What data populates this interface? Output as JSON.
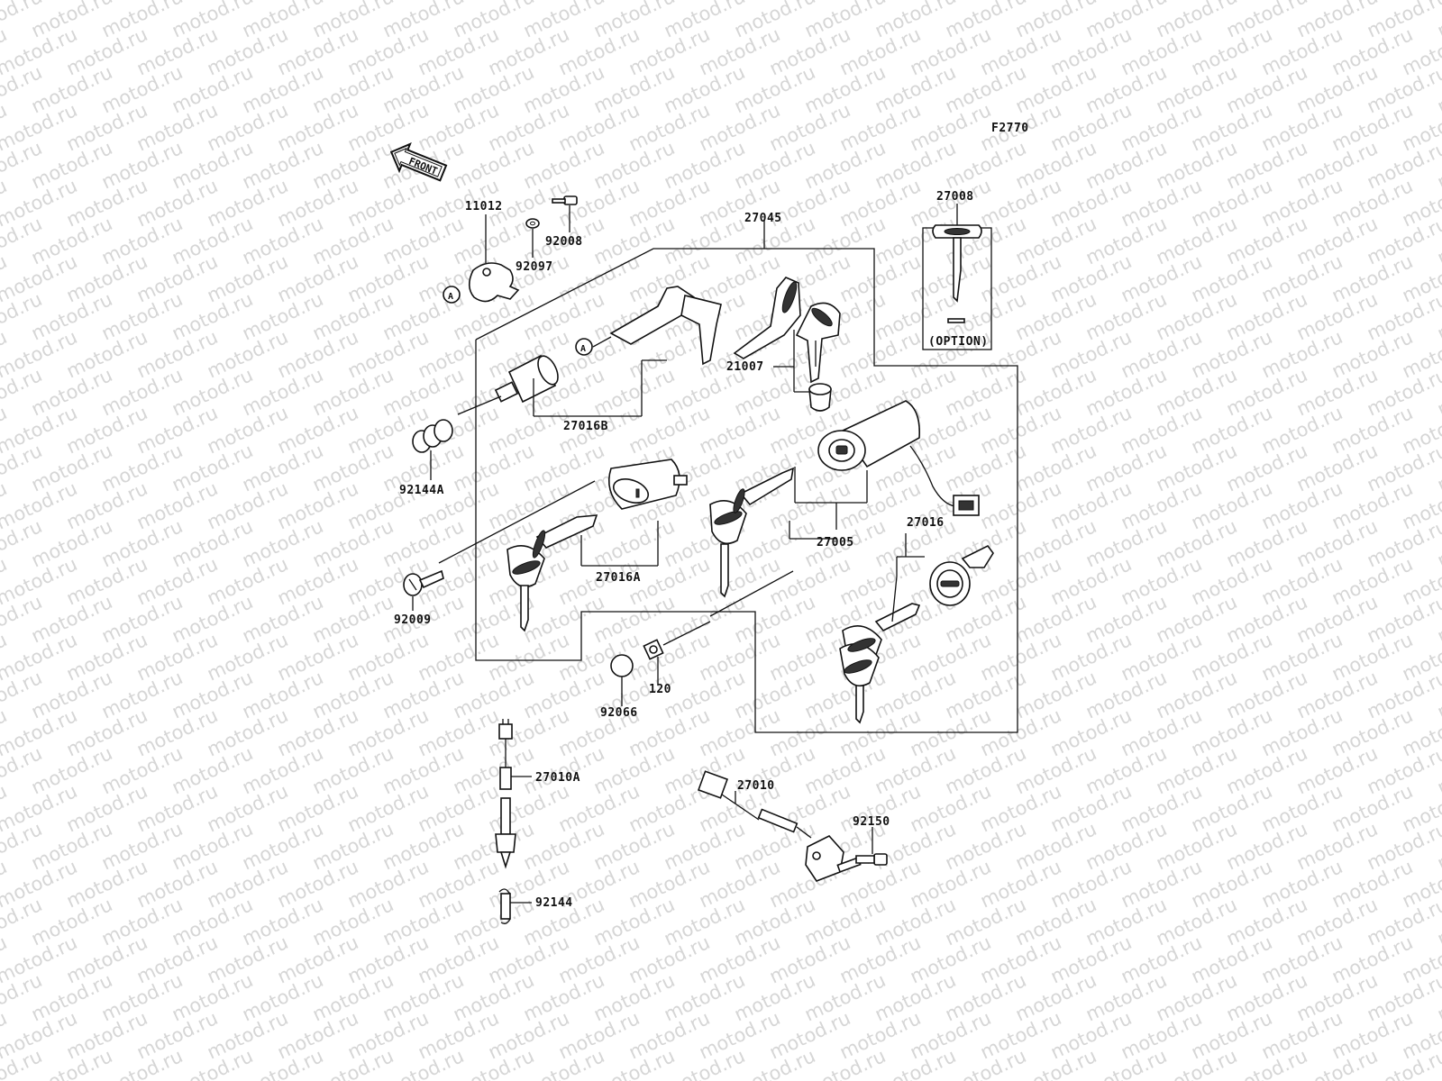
{
  "figure_code": "F2770",
  "front_label": "FRONT",
  "ref_mark": "A",
  "watermark": "motod.ru",
  "option_label": "(OPTION)",
  "parts": {
    "p11012": "11012",
    "p92008": "92008",
    "p92097": "92097",
    "p27045": "27045",
    "p27008": "27008",
    "p21007": "21007",
    "p27016B": "27016B",
    "p92144A": "92144A",
    "p27005": "27005",
    "p27016": "27016",
    "p27016A": "27016A",
    "p92009": "92009",
    "p120": "120",
    "p92066": "92066",
    "p27010A": "27010A",
    "p27010": "27010",
    "p92150": "92150",
    "p92144": "92144"
  }
}
